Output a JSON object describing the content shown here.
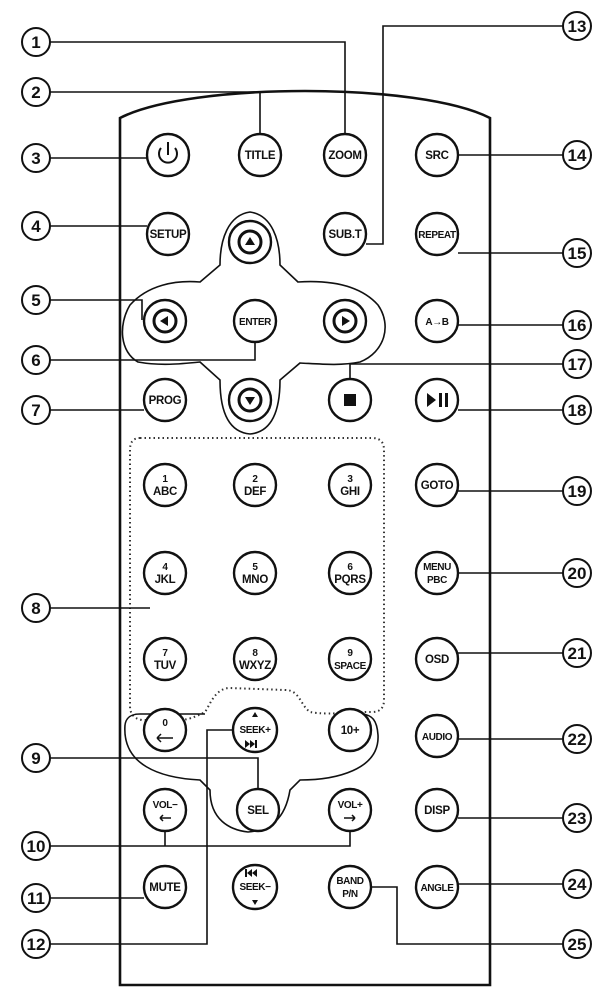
{
  "buttons": {
    "power": {
      "label": ""
    },
    "title": {
      "label": "TITLE"
    },
    "zoom": {
      "label": "ZOOM"
    },
    "src": {
      "label": "SRC"
    },
    "setup": {
      "label": "SETUP"
    },
    "subt": {
      "label": "SUB.T"
    },
    "repeat": {
      "label": "REPEAT"
    },
    "enter": {
      "label": "ENTER"
    },
    "ab": {
      "label": "A→B"
    },
    "prog": {
      "label": "PROG"
    },
    "goto": {
      "label": "GOTO"
    },
    "menu_pbc": {
      "line1": "MENU",
      "line2": "PBC"
    },
    "osd": {
      "label": "OSD"
    },
    "audio": {
      "label": "AUDIO"
    },
    "disp": {
      "label": "DISP"
    },
    "angle": {
      "label": "ANGLE"
    },
    "sel": {
      "label": "SEL"
    },
    "vol_minus": {
      "label": "VOL−"
    },
    "vol_plus": {
      "label": "VOL+"
    },
    "mute": {
      "label": "MUTE"
    },
    "seek_plus": {
      "label": "SEEK+"
    },
    "seek_minus": {
      "label": "SEEK−"
    },
    "band": {
      "line1": "BAND",
      "line2": "P/N"
    },
    "ten_plus": {
      "label": "10+"
    },
    "zero": {
      "label": "0"
    }
  },
  "keypad": [
    {
      "digit": "1",
      "letters": "ABC"
    },
    {
      "digit": "2",
      "letters": "DEF"
    },
    {
      "digit": "3",
      "letters": "GHI"
    },
    {
      "digit": "4",
      "letters": "JKL"
    },
    {
      "digit": "5",
      "letters": "MNO"
    },
    {
      "digit": "6",
      "letters": "PQRS"
    },
    {
      "digit": "7",
      "letters": "TUV"
    },
    {
      "digit": "8",
      "letters": "WXYZ"
    },
    {
      "digit": "9",
      "letters": "SPACE"
    }
  ],
  "callouts": [
    "1",
    "2",
    "3",
    "4",
    "5",
    "6",
    "7",
    "8",
    "9",
    "10",
    "11",
    "12",
    "13",
    "14",
    "15",
    "16",
    "17",
    "18",
    "19",
    "20",
    "21",
    "22",
    "23",
    "24",
    "25"
  ]
}
